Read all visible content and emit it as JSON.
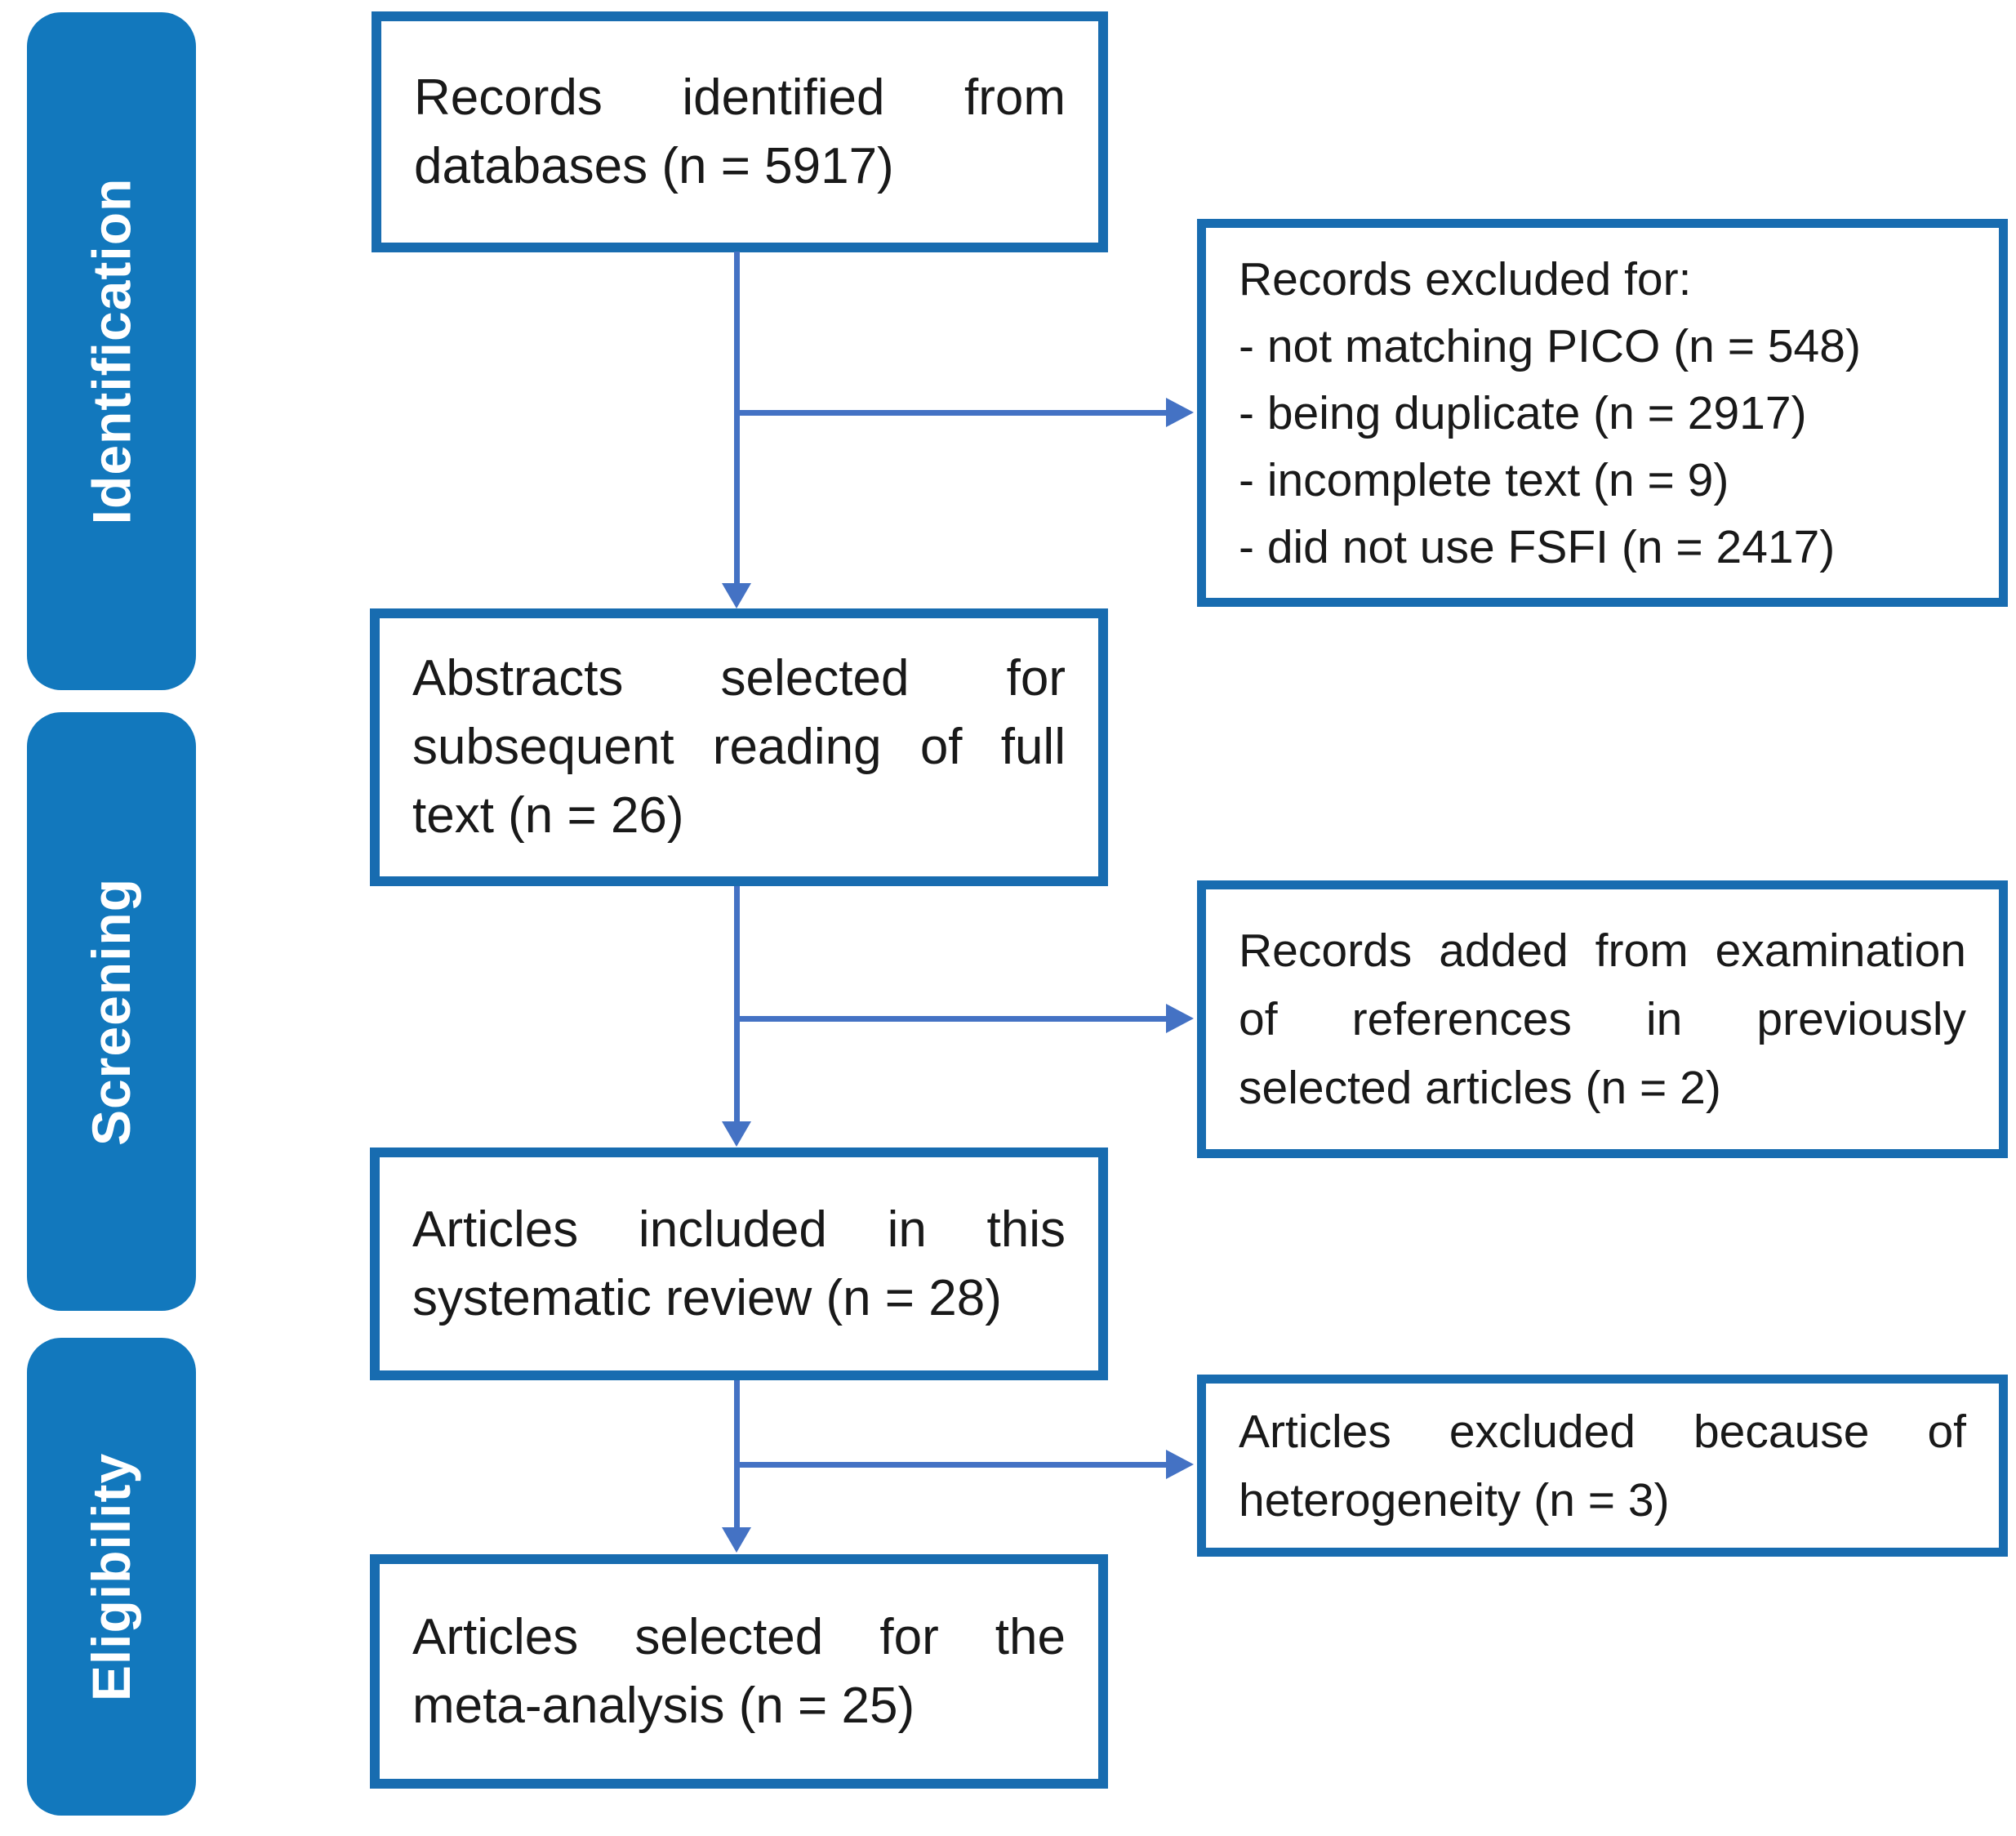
{
  "palette": {
    "box_border_blue": "#186cb0",
    "sidebar_fill_blue": "#1278bd",
    "arrow_blue": "#4472c4",
    "text_color": "#191919",
    "sidebar_text_color": "#ffffff",
    "background": "#ffffff"
  },
  "sidebar": {
    "stages": [
      {
        "label": "Identification"
      },
      {
        "label": "Screening"
      },
      {
        "label": "Eligibility"
      }
    ]
  },
  "flow": {
    "main_boxes": [
      {
        "name": "records-identified",
        "text": "Records identified from databases (n = 5917)",
        "n": 5917
      },
      {
        "name": "abstracts-selected",
        "text": "Abstracts selected for subsequent reading of full text (n = 26)",
        "n": 26
      },
      {
        "name": "articles-included",
        "text": "Articles included in this systematic review (n = 28)",
        "n": 28
      },
      {
        "name": "articles-selected",
        "text": "Articles selected for the meta-analysis (n = 25)",
        "n": 25
      }
    ],
    "side_boxes": [
      {
        "name": "records-excluded",
        "lines": [
          "Records excluded for:",
          "- not matching PICO (n = 548)",
          "- being duplicate (n = 2917)",
          "- incomplete text (n = 9)",
          "- did not use FSFI (n = 2417)"
        ]
      },
      {
        "name": "records-added",
        "text": "Records added from examination of references in previously selected articles (n = 2)",
        "n": 2
      },
      {
        "name": "articles-excluded",
        "text": "Articles excluded because of heterogeneity (n = 3)",
        "n": 3
      }
    ]
  }
}
